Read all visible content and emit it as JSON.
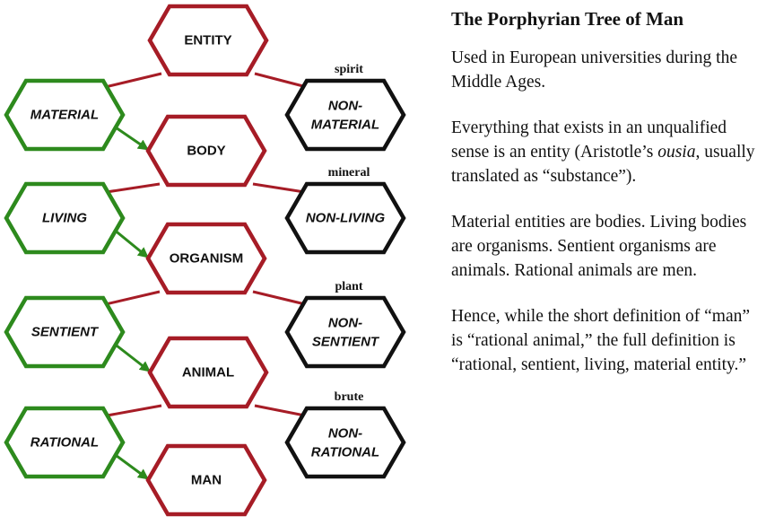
{
  "colors": {
    "red": "#a61c26",
    "green": "#2d8a1d",
    "black": "#111111"
  },
  "nodes": [
    {
      "id": "entity",
      "line1": "ENTITY",
      "line2": "",
      "color": "red",
      "italic": false
    },
    {
      "id": "material",
      "line1": "MATERIAL",
      "line2": "",
      "color": "green",
      "italic": true
    },
    {
      "id": "nonmaterial",
      "line1": "NON-",
      "line2": "MATERIAL",
      "color": "black",
      "italic": true
    },
    {
      "id": "body",
      "line1": "BODY",
      "line2": "",
      "color": "red",
      "italic": false
    },
    {
      "id": "living",
      "line1": "LIVING",
      "line2": "",
      "color": "green",
      "italic": true
    },
    {
      "id": "nonliving",
      "line1": "NON-LIVING",
      "line2": "",
      "color": "black",
      "italic": true
    },
    {
      "id": "organism",
      "line1": "ORGANISM",
      "line2": "",
      "color": "red",
      "italic": false
    },
    {
      "id": "sentient",
      "line1": "SENTIENT",
      "line2": "",
      "color": "green",
      "italic": true
    },
    {
      "id": "nonsentient",
      "line1": "NON-",
      "line2": "SENTIENT",
      "color": "black",
      "italic": true
    },
    {
      "id": "animal",
      "line1": "ANIMAL",
      "line2": "",
      "color": "red",
      "italic": false
    },
    {
      "id": "rational",
      "line1": "RATIONAL",
      "line2": "",
      "color": "green",
      "italic": true
    },
    {
      "id": "nonrational",
      "line1": "NON-",
      "line2": "RATIONAL",
      "color": "black",
      "italic": true
    },
    {
      "id": "man",
      "line1": "MAN",
      "line2": "",
      "color": "red",
      "italic": false
    }
  ],
  "tags": {
    "nonmaterial": "spirit",
    "nonliving": "mineral",
    "nonsentient": "plant",
    "nonrational": "brute"
  },
  "edges": [
    {
      "from": "entity",
      "to": "material",
      "color": "red"
    },
    {
      "from": "entity",
      "to": "nonmaterial",
      "color": "red"
    },
    {
      "from": "material",
      "to": "body",
      "color": "green"
    },
    {
      "from": "body",
      "to": "living",
      "color": "red"
    },
    {
      "from": "body",
      "to": "nonliving",
      "color": "red"
    },
    {
      "from": "living",
      "to": "organism",
      "color": "green"
    },
    {
      "from": "organism",
      "to": "sentient",
      "color": "red"
    },
    {
      "from": "organism",
      "to": "nonsentient",
      "color": "red"
    },
    {
      "from": "sentient",
      "to": "animal",
      "color": "green"
    },
    {
      "from": "animal",
      "to": "rational",
      "color": "red"
    },
    {
      "from": "animal",
      "to": "nonrational",
      "color": "red"
    },
    {
      "from": "rational",
      "to": "man",
      "color": "green"
    }
  ],
  "panel": {
    "title": "The Porphyrian Tree of Man",
    "paragraphs": [
      [
        "Used in European universities during the Middle Ages."
      ],
      [
        "Everything that exists in an unqualified sense is an entity (Aristotle’s ",
        "ousia",
        ", usually translated as “substance”)."
      ],
      [
        "Material entities are bodies. Living bodies are organisms. Sentient organisms are animals. Rational animals are men."
      ],
      [
        "Hence, while the short definition of “man” is “rational animal,” the full definition is “rational, sentient, living, material entity.”"
      ]
    ]
  }
}
